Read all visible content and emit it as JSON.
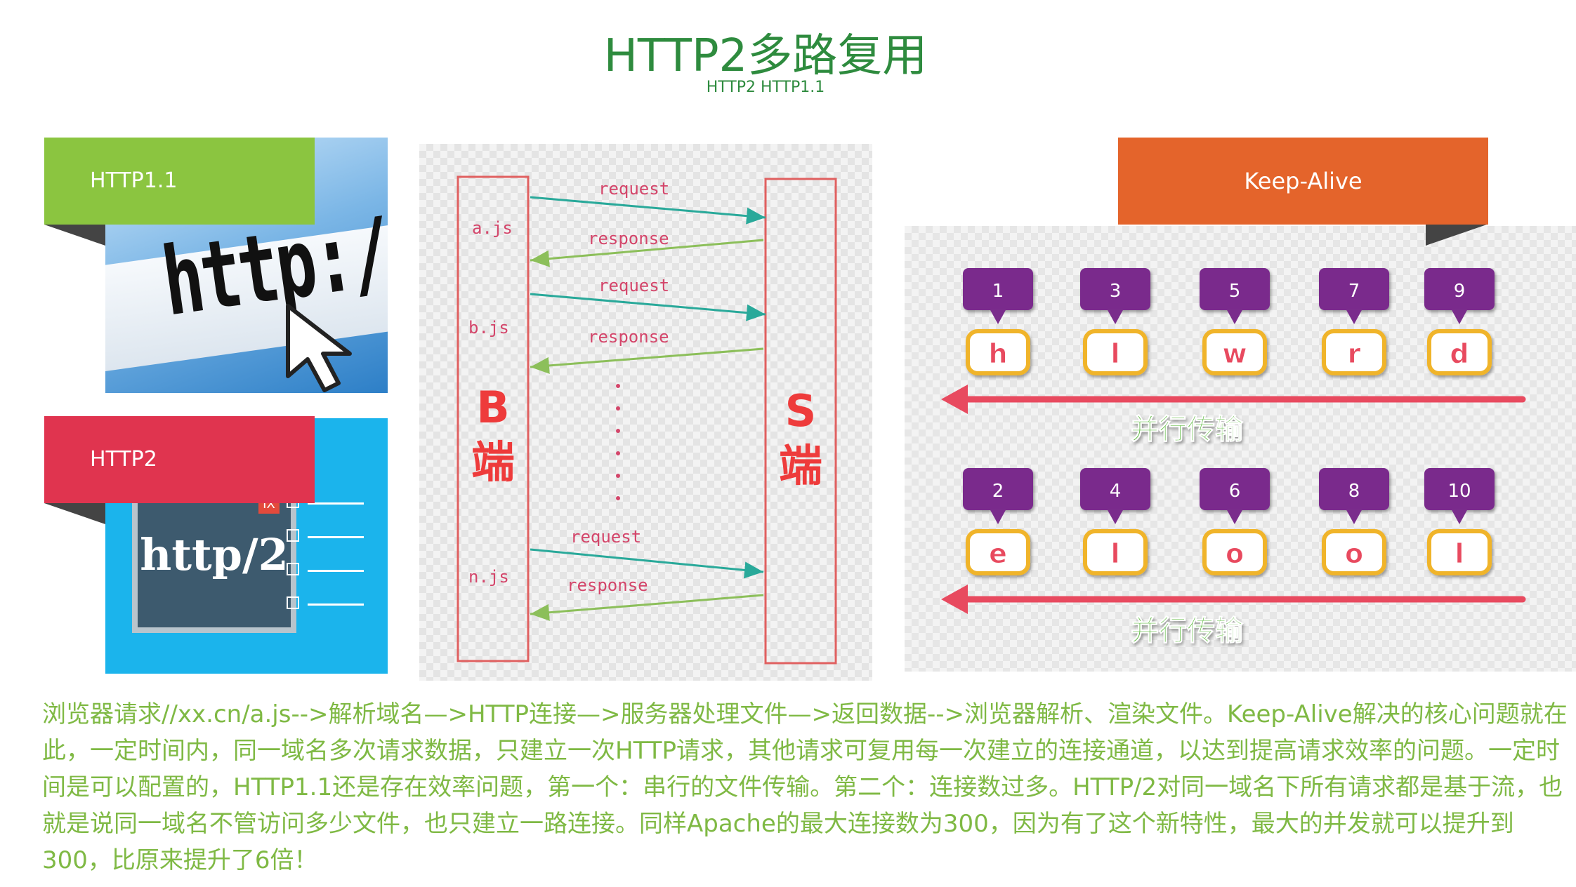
{
  "title": "HTTP2多路复用",
  "subtitle": "HTTP2 HTTP1.1",
  "http11_panel": {
    "label": "HTTP1.1",
    "url_text": "http://www."
  },
  "http2_panel": {
    "label": "HTTP2",
    "card_text": "http/2",
    "badge": "IX"
  },
  "sequence_diagram": {
    "client_label": [
      "B",
      "端"
    ],
    "server_label": [
      "S",
      "端"
    ],
    "files": [
      "a.js",
      "b.js",
      "n.js"
    ],
    "request_label": "request",
    "response_label": "response"
  },
  "keep_alive": {
    "label": "Keep-Alive",
    "row1": {
      "numbers": [
        "1",
        "3",
        "5",
        "7",
        "9"
      ],
      "letters": [
        "h",
        "l",
        "w",
        "r",
        "d"
      ]
    },
    "row2": {
      "numbers": [
        "2",
        "4",
        "6",
        "8",
        "10"
      ],
      "letters": [
        "e",
        "l",
        "o",
        "o",
        "l"
      ]
    },
    "arrow_label": "并行传输"
  },
  "description": "浏览器请求//xx.cn/a.js-->解析域名—>HTTP连接—>服务器处理文件—>返回数据-->浏览器解析、渲染文件。Keep-Alive解决的核心问题就在此，一定时间内，同一域名多次请求数据，只建立一次HTTP请求，其他请求可复用每一次建立的连接通道，以达到提高请求效率的问题。一定时间是可以配置的，HTTP1.1还是存在效率问题，第一个：串行的文件传输。第二个：连接数过多。HTTP/2对同一域名下所有请求都是基于流，也就是说同一域名不管访问多少文件，也只建立一路连接。同样Apache的最大连接数为300，因为有了这个新特性，最大的并发就可以提升到300，比原来提升了6倍！",
  "colors": {
    "title_green": "#2e8b3e",
    "text_green": "#7fb944",
    "http11_green": "#8bc540",
    "http2_red": "#e0344f",
    "keepalive_orange": "#e4642b",
    "purple": "#7a2c8c",
    "arrow_red": "#e84a5f",
    "outline_red": "#e06060",
    "teal": "#29a99a"
  }
}
